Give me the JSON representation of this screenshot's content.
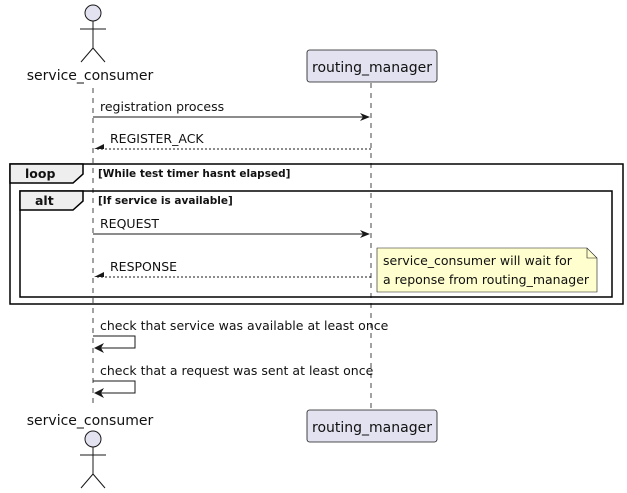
{
  "participants": {
    "consumer": "service_consumer",
    "manager": "routing_manager"
  },
  "messages": {
    "registration": "registration process",
    "register_ack": "REGISTER_ACK",
    "request": "REQUEST",
    "response": "RESPONSE",
    "self_check_1": "check that service was available at least once",
    "self_check_2": "check that a request was sent at least once"
  },
  "fragments": {
    "loop_tag": "loop",
    "loop_guard": "[While test timer hasnt elapsed]",
    "alt_tag": "alt",
    "alt_guard": "[If service is available]"
  },
  "note": {
    "line1": "service_consumer will wait for",
    "line2": "a reponse from routing_manager"
  },
  "colors": {
    "participant_fill": "#e2e2f0",
    "participant_border": "#181818",
    "note_fill": "#fefece",
    "lifeline": "#181818"
  }
}
